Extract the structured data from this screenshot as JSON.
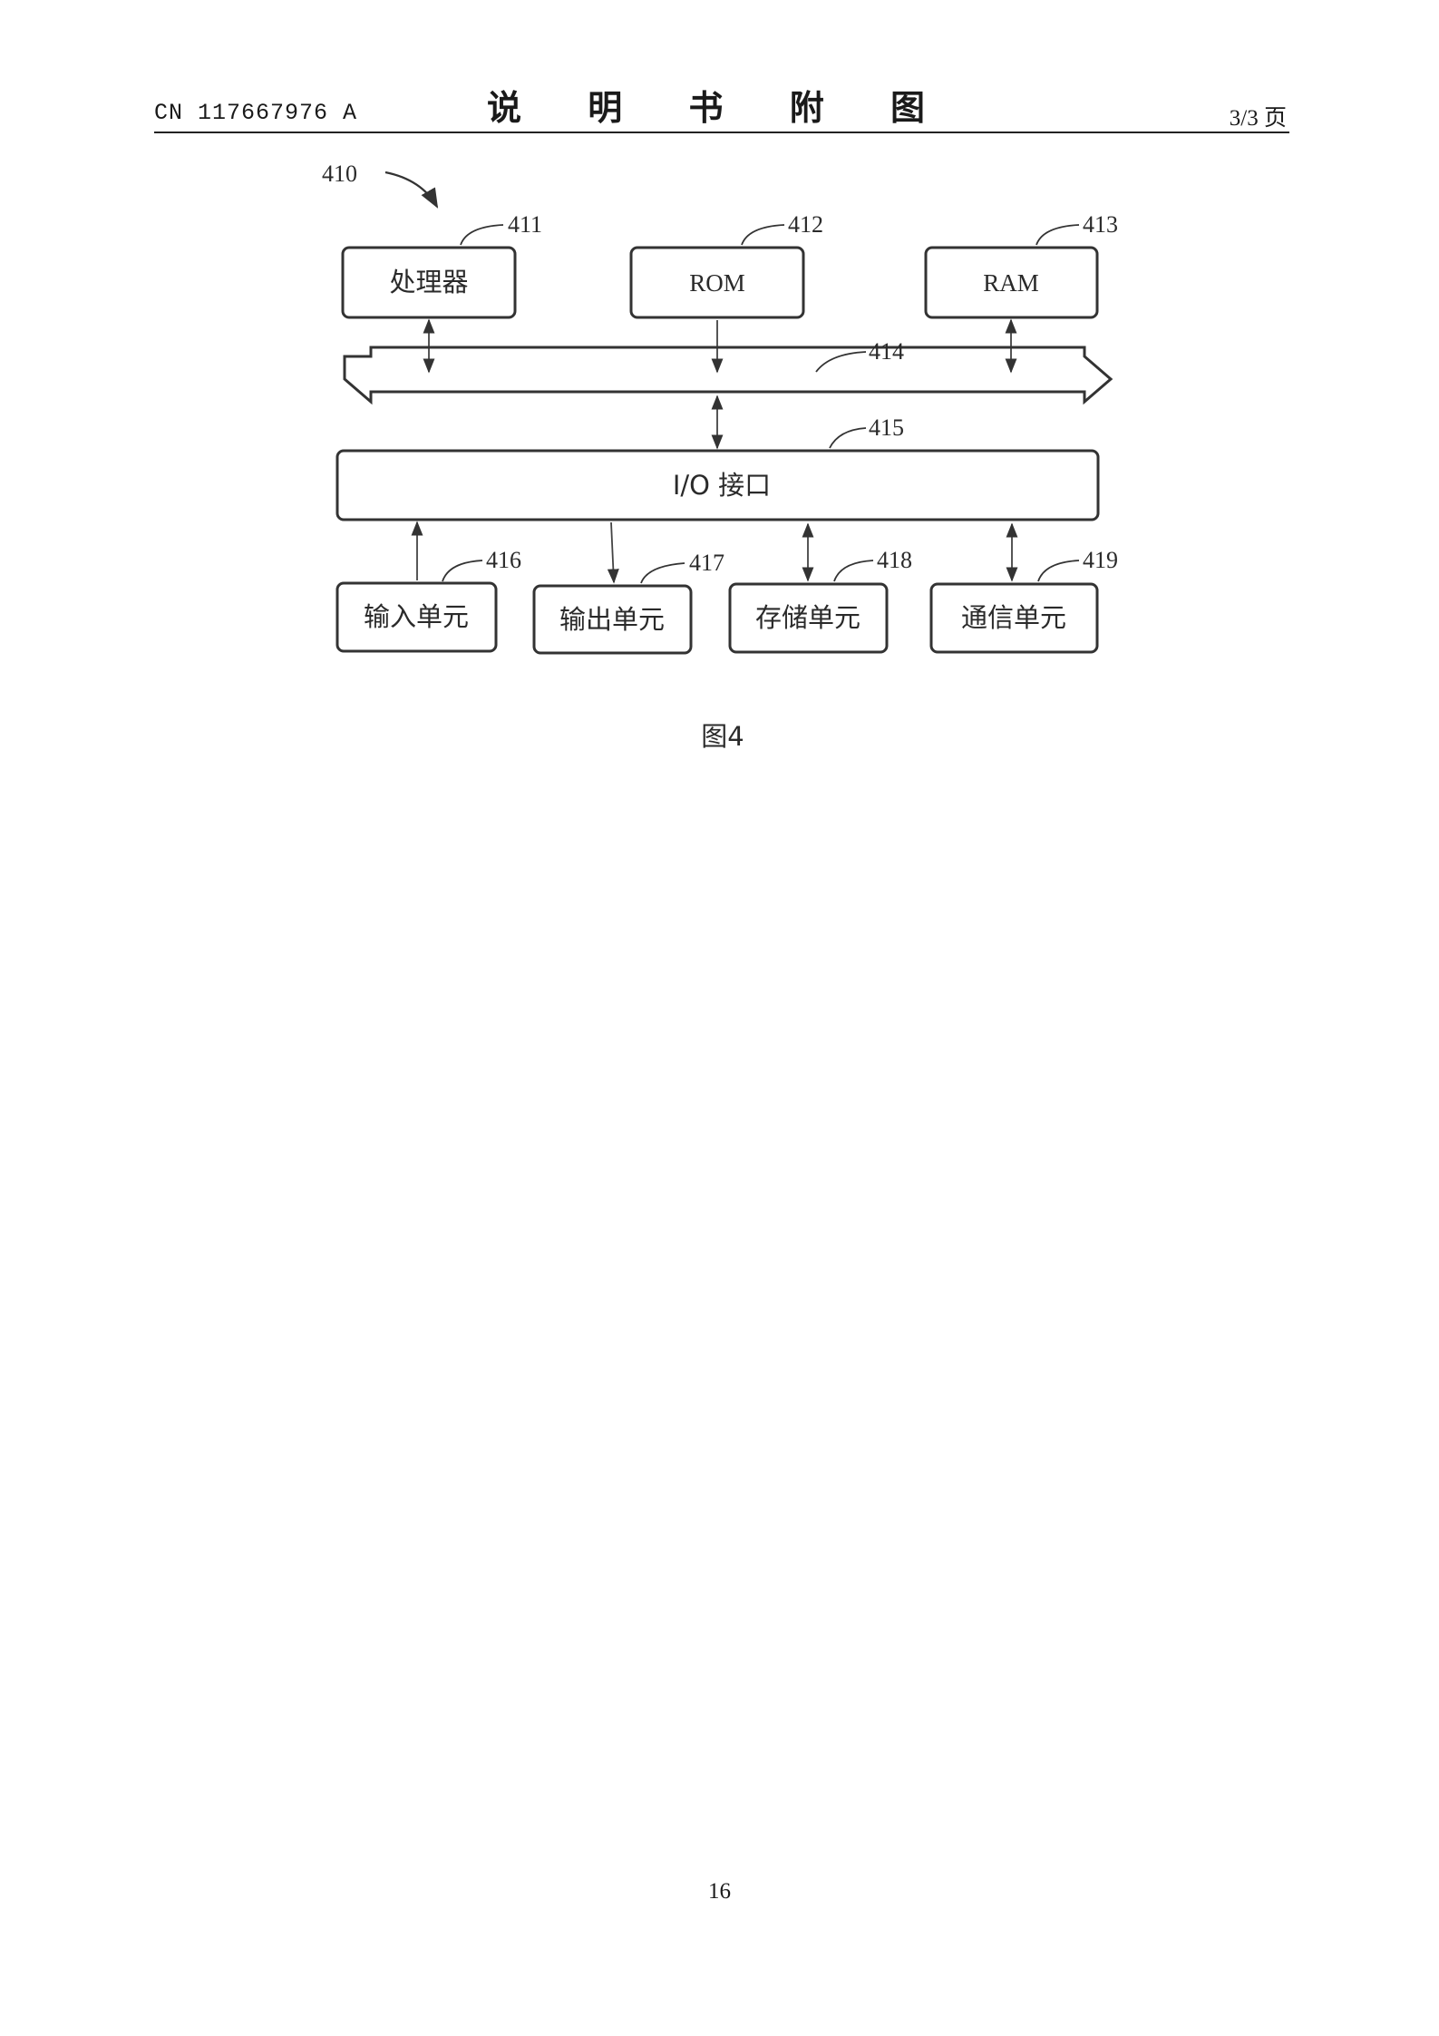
{
  "header": {
    "publication_number": "CN 117667976 A",
    "title": "说 明 书 附 图",
    "page_of": "3/3 页"
  },
  "diagram": {
    "ref_main": "410",
    "ref_bus": "414",
    "ref_io": "415",
    "top_boxes": [
      {
        "ref": "411",
        "label": "处理器"
      },
      {
        "ref": "412",
        "label": "ROM"
      },
      {
        "ref": "413",
        "label": "RAM"
      }
    ],
    "io_box": {
      "label": "I/O 接口"
    },
    "bottom_boxes": [
      {
        "ref": "416",
        "label": "输入单元"
      },
      {
        "ref": "417",
        "label": "输出单元"
      },
      {
        "ref": "418",
        "label": "存储单元"
      },
      {
        "ref": "419",
        "label": "通信单元"
      }
    ],
    "caption": "图4"
  },
  "footer": {
    "page_number": "16"
  }
}
